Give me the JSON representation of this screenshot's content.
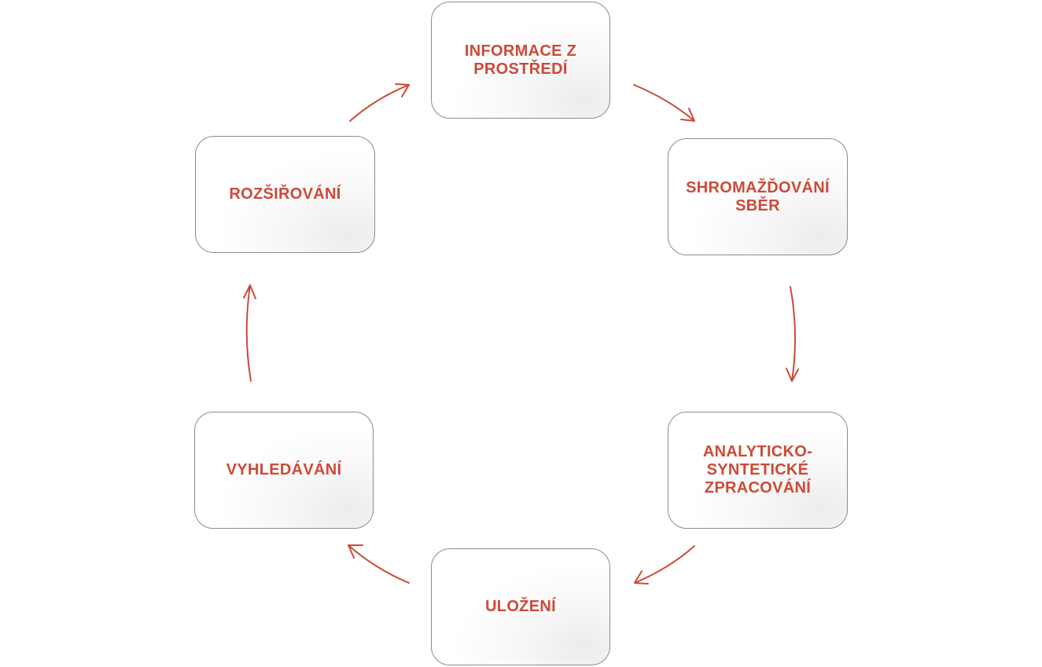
{
  "diagram": {
    "type": "cycle",
    "accent_color": "#cc4a38",
    "nodes": [
      {
        "id": "informace",
        "label": "INFORMACE Z\nPROSTŘEDÍ"
      },
      {
        "id": "shromazdovani",
        "label": "SHROMAŽĎOVÁNÍ\nSBĚR"
      },
      {
        "id": "analyticko",
        "label": "ANALYTICKO-\nSYNTETICKÉ\nZPRACOVÁNÍ"
      },
      {
        "id": "ulozeni",
        "label": "ULOŽENÍ"
      },
      {
        "id": "vyhledavani",
        "label": "VYHLEDÁVÁNÍ"
      },
      {
        "id": "rozsirovani",
        "label": "ROZŠIŘOVÁNÍ"
      }
    ],
    "edges": [
      {
        "from": "informace",
        "to": "shromazdovani"
      },
      {
        "from": "shromazdovani",
        "to": "analyticko"
      },
      {
        "from": "analyticko",
        "to": "ulozeni"
      },
      {
        "from": "ulozeni",
        "to": "vyhledavani"
      },
      {
        "from": "vyhledavani",
        "to": "rozsirovani"
      },
      {
        "from": "rozsirovani",
        "to": "informace"
      }
    ]
  }
}
